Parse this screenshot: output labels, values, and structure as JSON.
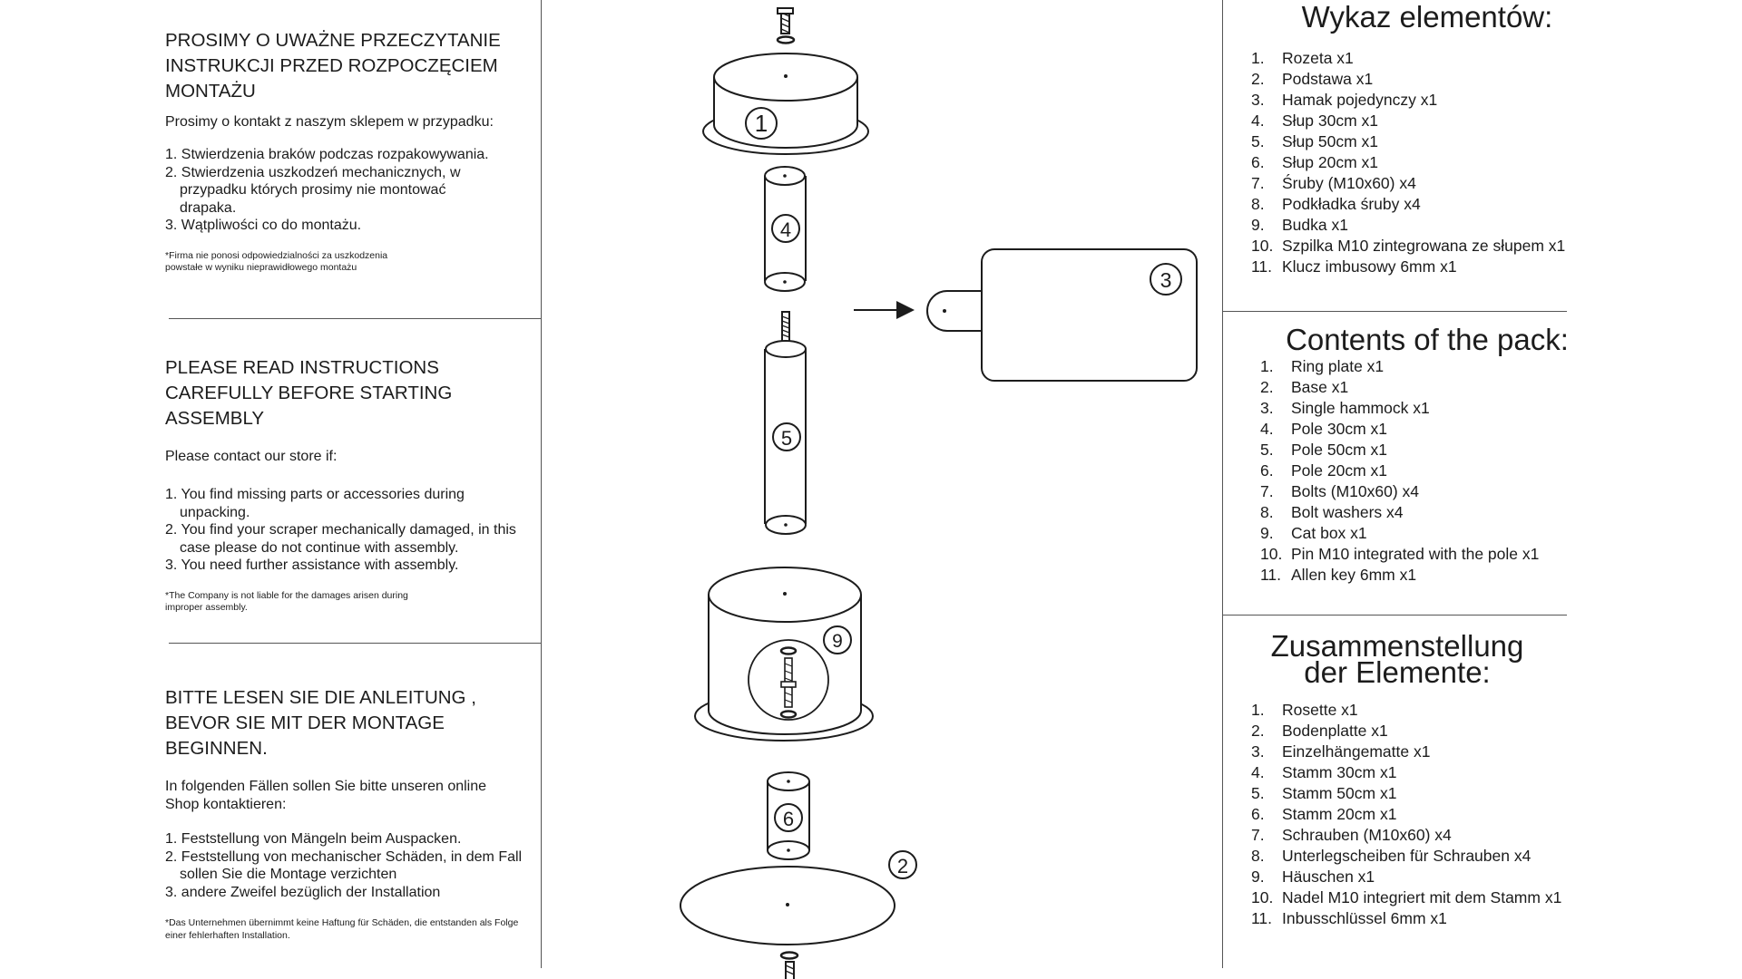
{
  "instructions": {
    "polish": {
      "heading": "PROSIMY O UWAŻNE PRZECZYTANIE INSTRUKCJI PRZED ROZPOCZĘCIEM MONTAŻU",
      "intro": "Prosimy o kontakt z naszym sklepem w przypadku:",
      "items": [
        "1. Stwierdzenia braków podczas rozpakowywania.",
        "2. Stwierdzenia uszkodzeń mechanicznych, w przypadku których prosimy nie montować drapaka.",
        "3. Wątpliwości co do montażu."
      ],
      "note": "*Firma nie ponosi odpowiedzialności za uszkodzenia powstałe w wyniku nieprawidłowego montażu"
    },
    "english": {
      "heading": "PLEASE READ INSTRUCTIONS CAREFULLY BEFORE STARTING ASSEMBLY",
      "intro": "Please contact our store if:",
      "items": [
        "1. You find missing parts or accessories during unpacking.",
        "2. You find your scraper mechanically damaged, in this case please do not continue with assembly.",
        "3. You need further assistance with assembly."
      ],
      "note": "*The Company is not liable for the damages arisen during improper assembly."
    },
    "german": {
      "heading": "BITTE LESEN SIE DIE ANLEITUNG , BEVOR SIE MIT DER MONTAGE BEGINNEN.",
      "intro": "In folgenden Fällen sollen Sie bitte unseren online Shop kontaktieren:",
      "items": [
        "1. Feststellung von Mängeln beim Auspacken.",
        "2. Feststellung von mechanischer Schäden, in dem Fall sollen Sie die Montage verzichten",
        "3. andere Zweifel bezüglich der Installation"
      ],
      "note": "*Das Unternehmen übernimmt keine Haftung für Schäden, die entstanden als Folge einer fehlerhaften Installation."
    }
  },
  "diagram": {
    "labels": [
      "1",
      "2",
      "3",
      "4",
      "5",
      "6",
      "9"
    ]
  },
  "parts_lists": {
    "polish": {
      "title": "Wykaz elementów:",
      "items": [
        {
          "n": "1.",
          "t": "Rozeta x1"
        },
        {
          "n": "2.",
          "t": "Podstawa x1"
        },
        {
          "n": "3.",
          "t": "Hamak pojedynczy x1"
        },
        {
          "n": "4.",
          "t": "Słup 30cm x1"
        },
        {
          "n": "5.",
          "t": "Słup 50cm x1"
        },
        {
          "n": "6.",
          "t": "Słup 20cm x1"
        },
        {
          "n": "7.",
          "t": "Śruby (M10x60) x4"
        },
        {
          "n": "8.",
          "t": "Podkładka śruby x4"
        },
        {
          "n": "9.",
          "t": "Budka x1"
        },
        {
          "n": "10.",
          "t": "Szpilka M10 zintegrowana ze słupem x1"
        },
        {
          "n": "11.",
          "t": "Klucz imbusowy 6mm x1"
        }
      ]
    },
    "english": {
      "title": "Contents of the pack:",
      "items": [
        {
          "n": "1.",
          "t": "Ring plate x1"
        },
        {
          "n": "2.",
          "t": "Base x1"
        },
        {
          "n": "3.",
          "t": "Single hammock x1"
        },
        {
          "n": "4.",
          "t": "Pole 30cm x1"
        },
        {
          "n": "5.",
          "t": "Pole 50cm x1"
        },
        {
          "n": "6.",
          "t": "Pole 20cm x1"
        },
        {
          "n": "7.",
          "t": "Bolts (M10x60) x4"
        },
        {
          "n": "8.",
          "t": "Bolt washers x4"
        },
        {
          "n": "9.",
          "t": "Cat box x1"
        },
        {
          "n": "10.",
          "t": "Pin M10 integrated with the pole x1"
        },
        {
          "n": "11.",
          "t": "Allen key 6mm x1"
        }
      ]
    },
    "german": {
      "title": "Zusammenstellung der Elemente:",
      "items": [
        {
          "n": "1.",
          "t": "Rosette x1"
        },
        {
          "n": "2.",
          "t": "Bodenplatte x1"
        },
        {
          "n": "3.",
          "t": "Einzelhängematte x1"
        },
        {
          "n": "4.",
          "t": "Stamm 30cm x1"
        },
        {
          "n": "5.",
          "t": "Stamm 50cm x1"
        },
        {
          "n": "6.",
          "t": "Stamm 20cm x1"
        },
        {
          "n": "7.",
          "t": "Schrauben (M10x60) x4"
        },
        {
          "n": "8.",
          "t": "Unterlegscheiben für Schrauben x4"
        },
        {
          "n": "9.",
          "t": "Häuschen x1"
        },
        {
          "n": "10.",
          "t": "Nadel M10 integriert mit dem Stamm x1"
        },
        {
          "n": "11.",
          "t": "Inbusschlüssel 6mm x1"
        }
      ]
    }
  }
}
